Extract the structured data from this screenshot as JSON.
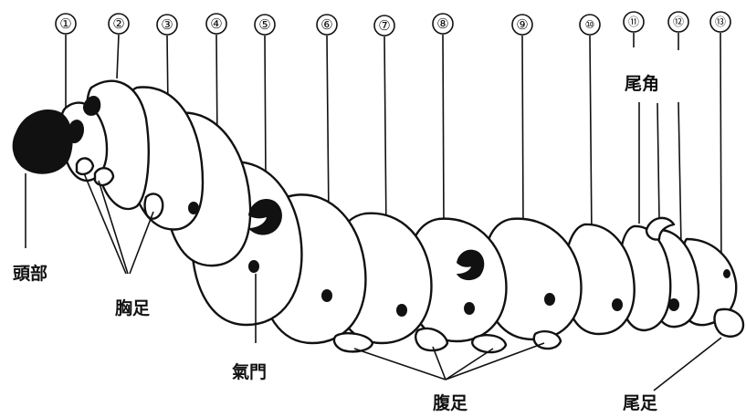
{
  "segment_numbers": [
    "①",
    "②",
    "③",
    "④",
    "⑤",
    "⑥",
    "⑦",
    "⑧",
    "⑨",
    "⑩",
    "⑪",
    "⑫",
    "⑬"
  ],
  "labels": {
    "head": "頭部",
    "thoracic_legs": "胸足",
    "spiracle": "氣門",
    "abdominal_legs": "腹足",
    "caudal_horn": "尾角",
    "anal_legs": "尾足"
  }
}
